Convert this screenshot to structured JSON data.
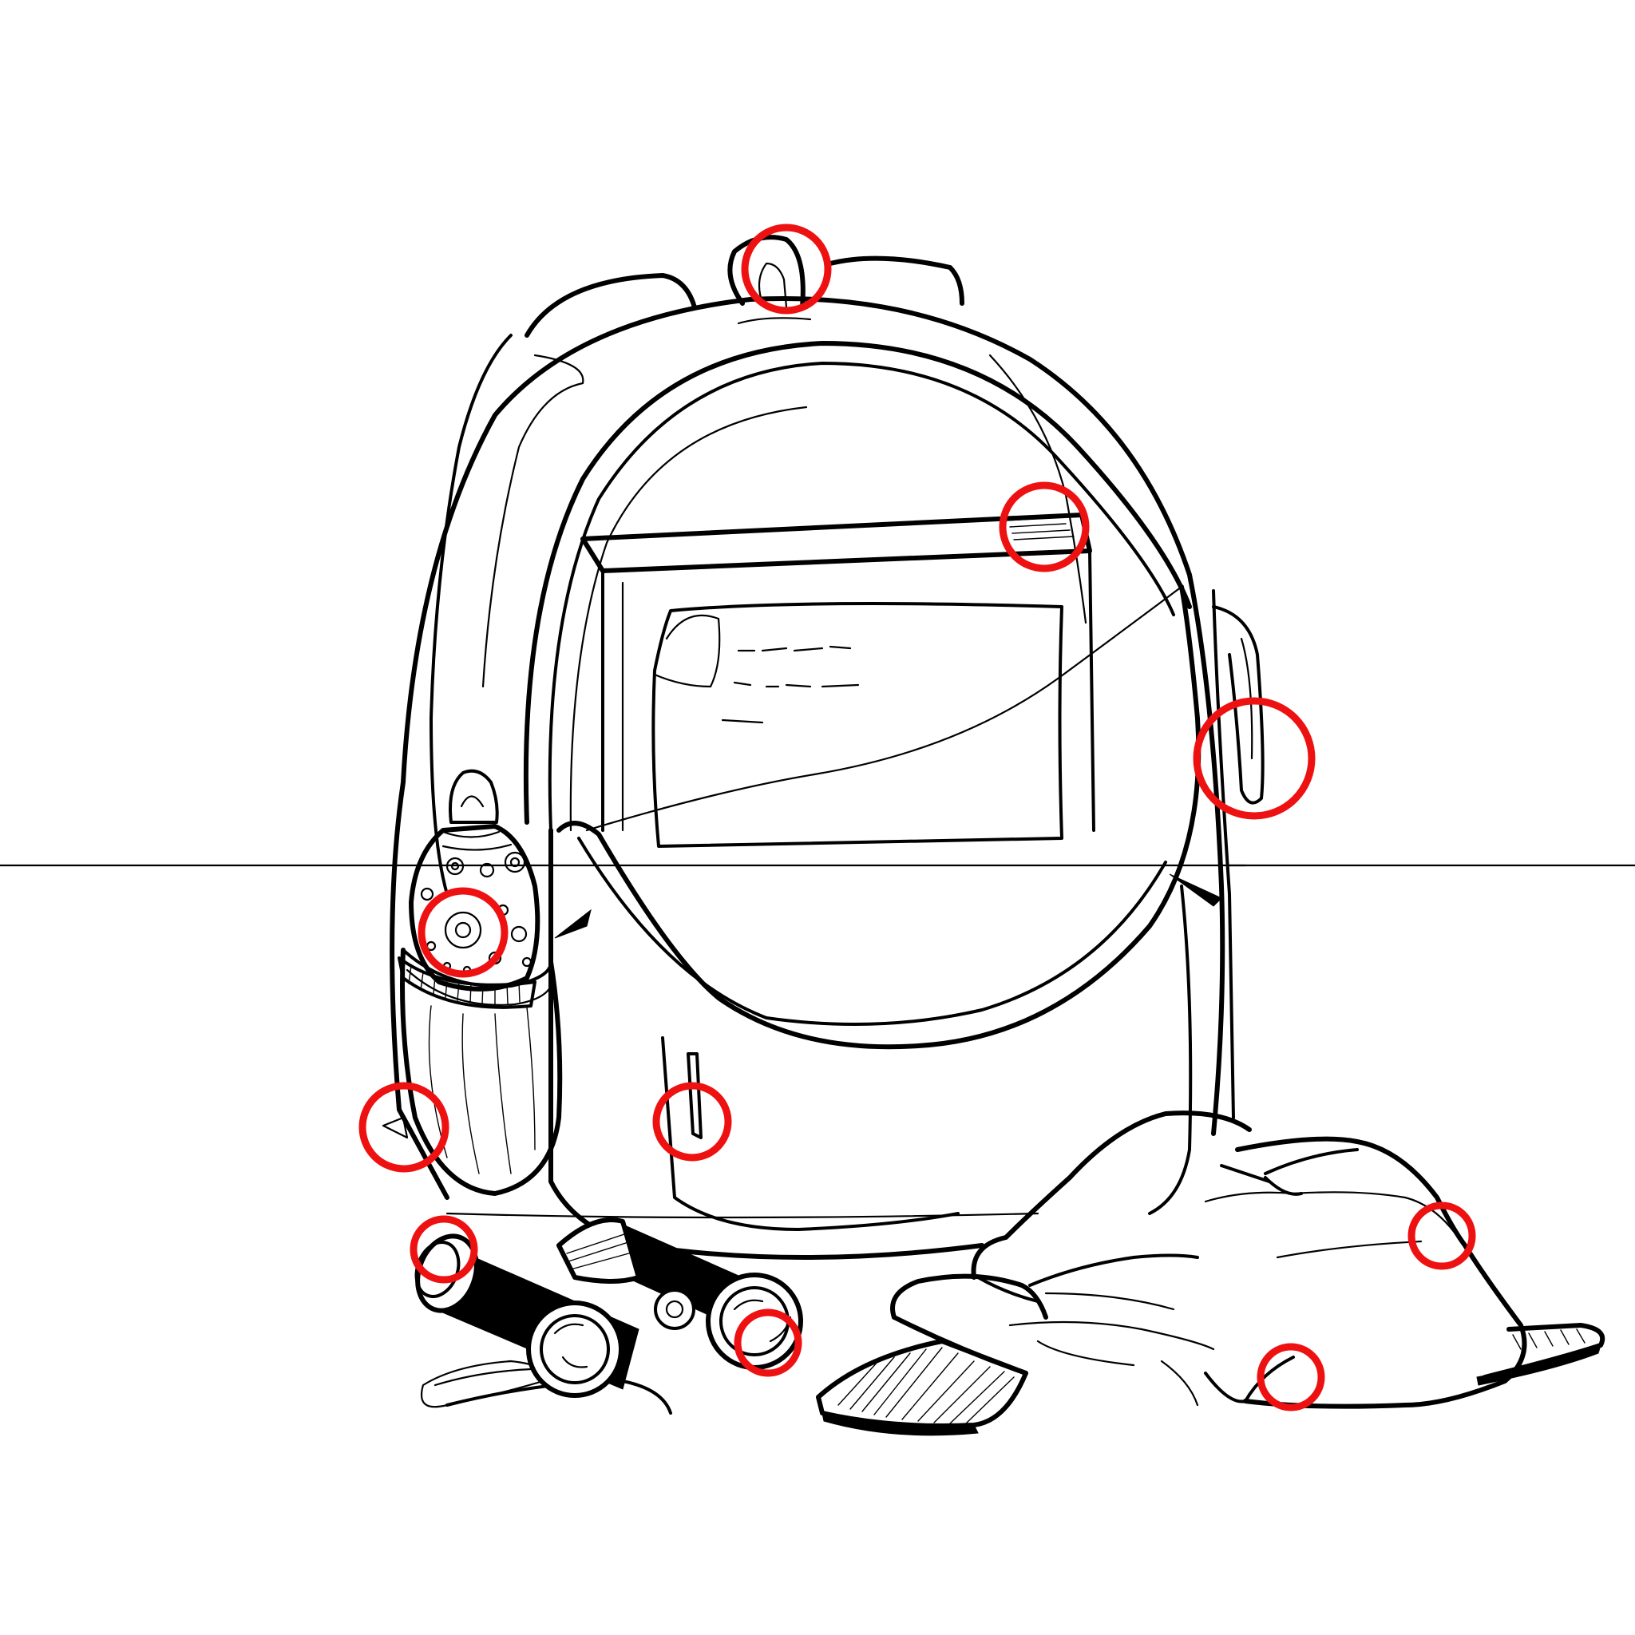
{
  "scene": {
    "subject": "backpack-line-drawing",
    "colors": {
      "ink": "#000000",
      "background": "#ffffff",
      "marker": "#ee1111"
    },
    "note_lines": [
      "",
      "",
      ""
    ],
    "markers": [
      {
        "id": "top-handle-loop",
        "label": ""
      },
      {
        "id": "book-corner",
        "label": ""
      },
      {
        "id": "zipper-pull",
        "label": ""
      },
      {
        "id": "bottle-dot-pattern",
        "label": ""
      },
      {
        "id": "side-pocket-tab",
        "label": ""
      },
      {
        "id": "front-pocket-zipper",
        "label": ""
      },
      {
        "id": "binocular-eyecup",
        "label": ""
      },
      {
        "id": "binocular-lens",
        "label": ""
      },
      {
        "id": "cap-crown",
        "label": ""
      },
      {
        "id": "cap-fold",
        "label": ""
      }
    ]
  }
}
